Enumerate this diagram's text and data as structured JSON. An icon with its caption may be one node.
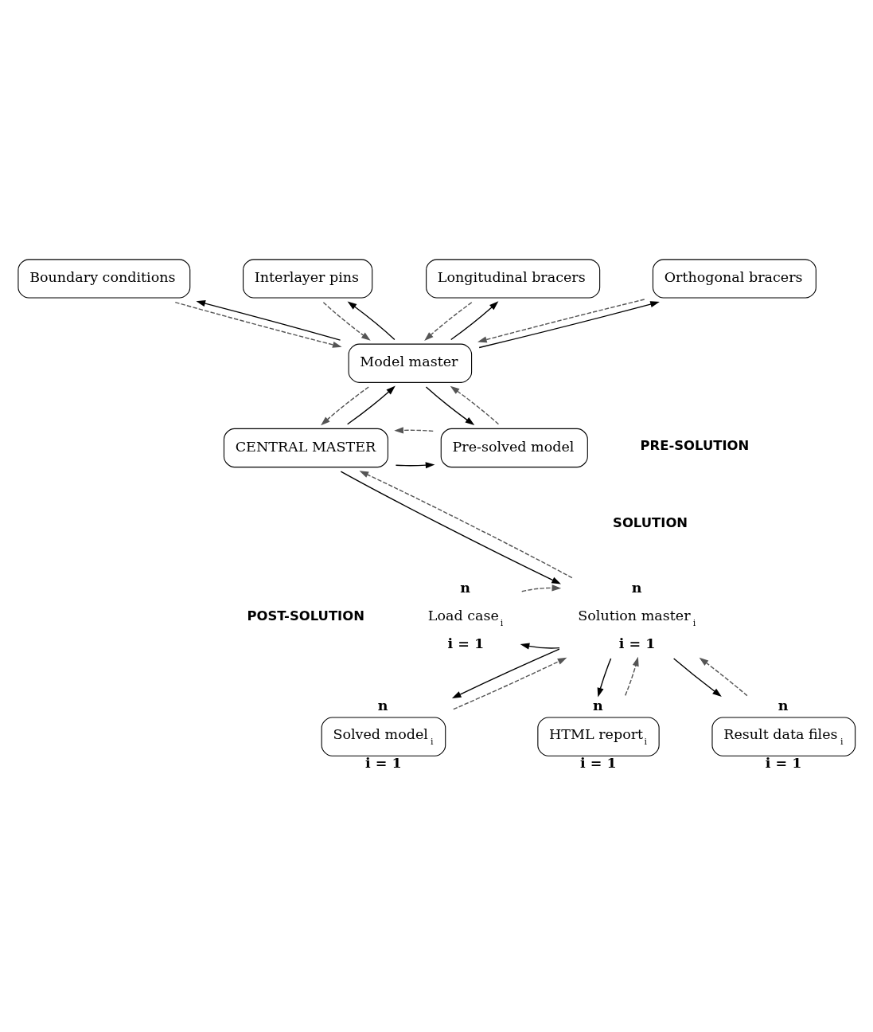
{
  "diagram": {
    "nodes": [
      {
        "text": [
          "Boundary conditions"
        ]
      },
      {
        "text": [
          "Interlayer pins"
        ]
      },
      {
        "text": [
          "Longitudinal bracers"
        ]
      },
      {
        "text": [
          "Orthogonal bracers"
        ]
      },
      {
        "text": [
          "Model master"
        ]
      },
      {
        "text": [
          "CENTRAL MASTER"
        ]
      },
      {
        "text": [
          "Pre-solved model"
        ]
      },
      {
        "text": [
          "Load case$_{i}$"
        ],
        "beside": [
          "n",
          "i = 1"
        ]
      },
      {
        "text": [
          "Solution master$_{i}$"
        ],
        "beside": [
          "n",
          "i = 1"
        ]
      },
      {
        "text": [
          "Solved model$_{i}$"
        ],
        "beside": [
          "n",
          "i = 1"
        ]
      },
      {
        "text": [
          "Result data files$_{i}$"
        ],
        "beside": [
          "n",
          "i = 1"
        ]
      },
      {
        "text": [
          "HTML report$_{i}$"
        ],
        "beside": [
          "n",
          "i = 1"
        ]
      }
    ],
    "edges": [
      {
        "from": 4,
        "to": 0,
        "arrow": "to"
      },
      {
        "from": 0,
        "to": 4,
        "arrow": "to",
        "style": "dashed"
      },
      {
        "from": 4,
        "to": 1,
        "arrow": "to"
      },
      {
        "from": 1,
        "to": 4,
        "arrow": "to",
        "style": "dashed"
      },
      {
        "from": 4,
        "to": 2,
        "arrow": "to"
      },
      {
        "from": 2,
        "to": 4,
        "arrow": "to",
        "style": "dashed"
      },
      {
        "from": 4,
        "to": 3,
        "arrow": "to"
      },
      {
        "from": 3,
        "to": 4,
        "arrow": "to",
        "style": "dashed"
      },
      {
        "from": 4,
        "to": 6,
        "arrow": "to"
      },
      {
        "from": 6,
        "to": 4,
        "arrow": "to",
        "style": "dashed"
      },
      {
        "from": 5,
        "to": 4,
        "arrow": "to"
      },
      {
        "from": 4,
        "to": 5,
        "arrow": "to",
        "style": "dashed"
      },
      {
        "from": 5,
        "to": 6,
        "arrow": "to"
      },
      {
        "from": 6,
        "to": 5,
        "arrow": "to",
        "style": "dashed"
      },
      {
        "from": 5,
        "to": 8,
        "arrow": "to"
      },
      {
        "from": 8,
        "to": 5,
        "arrow": "to",
        "style": "dashed"
      },
      {
        "from": 8,
        "to": 7,
        "arrow": "to"
      },
      {
        "from": 7,
        "to": 8,
        "arrow": "to",
        "style": "dashed"
      },
      {
        "from": 8,
        "to": 9,
        "arrow": "to"
      },
      {
        "from": 9,
        "to": 8,
        "arrow": "to",
        "style": "dashed"
      },
      {
        "from": 8,
        "to": 10,
        "arrow": "to"
      },
      {
        "from": 10,
        "to": 8,
        "arrow": "to",
        "style": "dashed"
      },
      {
        "from": 8,
        "to": 11,
        "arrow": "to"
      },
      {
        "from": 11,
        "to": 8,
        "arrow": "to",
        "style": "dashed"
      }
    ],
    "labels": [
      "PRE-SOLUTION",
      "SOLUTION",
      "POST-SOLUTION"
    ]
  }
}
